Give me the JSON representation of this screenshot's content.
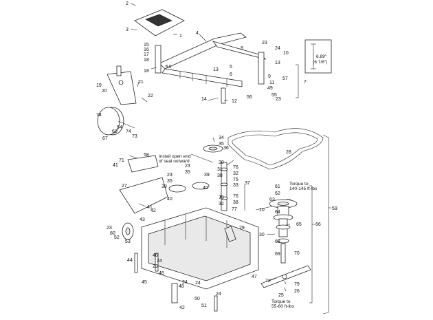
{
  "callouts": {
    "c2": "2",
    "c3": "3",
    "c1": "1",
    "c4": "4",
    "c15": "15",
    "c16": "16",
    "c17": "17",
    "c18a": "18",
    "c18b": "18",
    "c14a": "14",
    "c8": "8",
    "c23a": "23",
    "c24a": "24",
    "c10a": "10",
    "c13a": "13",
    "c13b": "13",
    "c5": "5",
    "c6": "6",
    "c9": "9",
    "c11": "11",
    "c57": "57",
    "c49": "49",
    "c55": "55",
    "c56": "56",
    "c23b": "23",
    "c7": "7",
    "c14b": "14",
    "c12": "12",
    "c19": "19",
    "c20": "20",
    "c21": "21",
    "c22": "22",
    "c74a": "74",
    "c54": "54",
    "c60a": "60",
    "c74b": "74",
    "c73": "73",
    "c67": "67",
    "c34": "34",
    "c35a": "35",
    "c36": "36",
    "c28": "28",
    "c30a": "30",
    "c31": "31",
    "c38a": "38",
    "c76a": "76",
    "c32a": "32",
    "c75a": "75",
    "c33": "33",
    "c37": "37",
    "c75b": "75",
    "c76b": "76",
    "c32b": "32",
    "c38b": "38",
    "c77": "77",
    "c58": "58",
    "c71": "71",
    "c41a": "41",
    "c23c": "23",
    "c35b": "35",
    "c23d": "23",
    "c35c": "35",
    "c39a": "39",
    "c39b": "39",
    "c40a": "40",
    "c40b": "40",
    "c27": "27",
    "c41b": "41",
    "c42a": "42",
    "c43": "43",
    "c23e": "23",
    "c80": "80",
    "c52": "52",
    "c53": "53",
    "c29": "29",
    "c44": "44",
    "c46a": "46",
    "c24b": "24",
    "c23f": "23",
    "c45": "45",
    "c46b": "46",
    "c24c": "24",
    "c48": "48",
    "c24d": "24",
    "c50": "50",
    "c42b": "42",
    "c51": "51",
    "c24e": "24",
    "c47": "47",
    "c61": "61",
    "c62": "62",
    "c63": "63",
    "c10b": "10",
    "c64": "64",
    "c65": "65",
    "c30b": "30",
    "c68": "68",
    "c69": "69",
    "c70": "70",
    "c59": "59",
    "c66": "66",
    "c72": "72",
    "c79": "79",
    "c26": "26",
    "c25": "25"
  },
  "notes": {
    "seal_line1": "Install open end",
    "seal_line2": "of seal outward",
    "torque_top_line1": "Torque to",
    "torque_top_line2": "140-145 ft-lbs",
    "torque_bottom_line1": "Torque to",
    "torque_bottom_line2": "55-60 ft-lbs",
    "dim_line1": "6.89\"",
    "dim_line2": "(6 7/8\")"
  }
}
